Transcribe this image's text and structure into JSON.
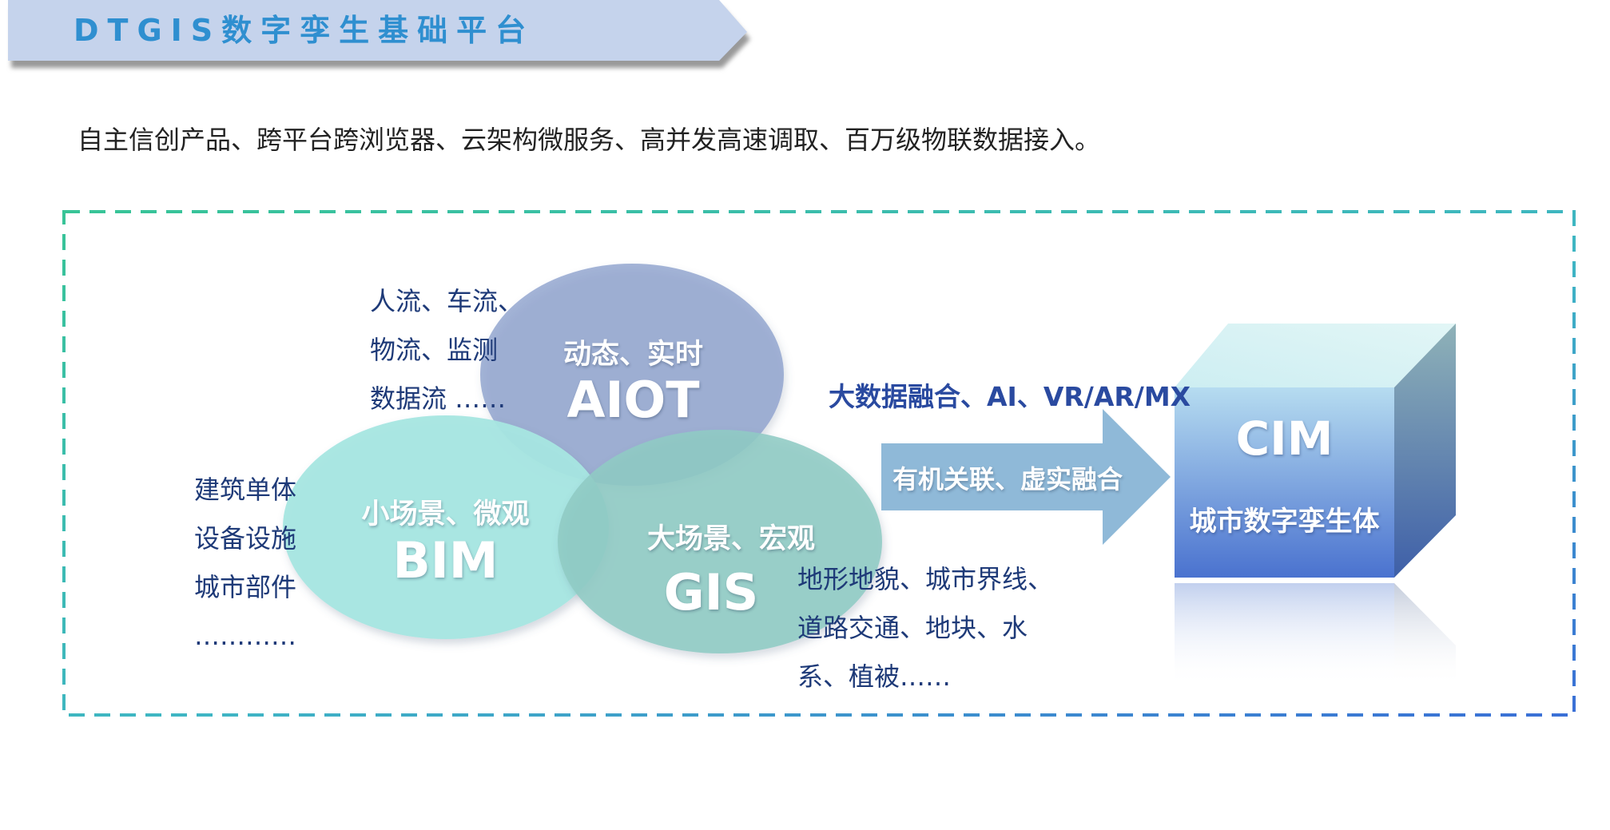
{
  "header": {
    "title": "DTGIS数字孪生基础平台",
    "subtitle": "自主信创产品、跨平台跨浏览器、云架构微服务、高并发高速调取、百万级物联数据接入。"
  },
  "diagram": {
    "aiot": {
      "caption": "动态、实时",
      "name": "AIOT",
      "notes": [
        "人流、车流、",
        "物流、监测",
        "数据流 ……"
      ]
    },
    "bim": {
      "caption": "小场景、微观",
      "name": "BIM",
      "notes": [
        "建筑单体",
        "设备设施",
        "城市部件",
        "…………"
      ]
    },
    "gis": {
      "caption": "大场景、宏观",
      "name": "GIS",
      "notes": [
        "地形地貌、城市界线、",
        "道路交通、地块、水",
        "系、植被……"
      ]
    },
    "fusion_label": "大数据融合、AI、VR/AR/MX",
    "arrow_label": "有机关联、虚实融合",
    "cim": {
      "name": "CIM",
      "caption": "城市数字孪生体"
    }
  },
  "colors": {
    "title": "#2f8fd0",
    "banner": "#c5d3ec",
    "aiot": "#8b9fcc",
    "bim": "#a6e6e2",
    "gis": "#8fcbc4",
    "arrow": "#8fb9d8",
    "cube_front_top": "#b6dcf0",
    "cube_front_bottom": "#4a72cf"
  }
}
